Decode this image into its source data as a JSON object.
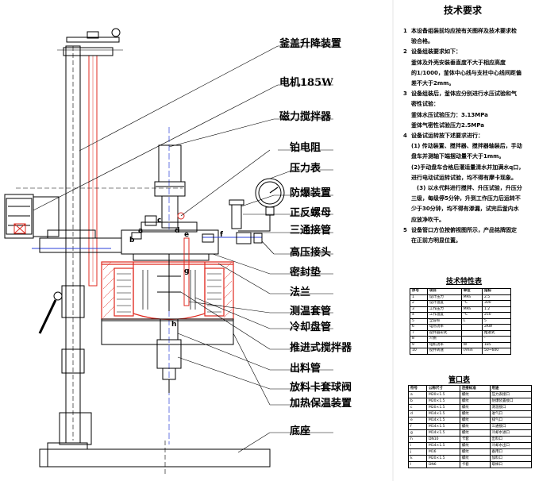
{
  "labels": [
    {
      "id": "lid-lift",
      "text": "釜盖升降装置"
    },
    {
      "id": "motor",
      "text": "电机185W"
    },
    {
      "id": "magnetic-stirrer",
      "text": "磁力搅拌器"
    },
    {
      "id": "pt-resistor",
      "text": "铂电阻"
    },
    {
      "id": "pressure-gauge",
      "text": "压力表"
    },
    {
      "id": "burst-device",
      "text": "防爆装置"
    },
    {
      "id": "reverse-nut",
      "text": "正反螺母"
    },
    {
      "id": "tee-joint",
      "text": "三通接管"
    },
    {
      "id": "hp-connector",
      "text": "高压接头"
    },
    {
      "id": "gasket",
      "text": "密封垫"
    },
    {
      "id": "flange",
      "text": "法兰"
    },
    {
      "id": "thermo-sleeve",
      "text": "测温套管"
    },
    {
      "id": "cooling-coil",
      "text": "冷却盘管"
    },
    {
      "id": "propeller",
      "text": "推进式搅拌器"
    },
    {
      "id": "outlet-pipe",
      "text": "出料管"
    },
    {
      "id": "ball-valve",
      "text": "放料卡套球阀"
    },
    {
      "id": "heating",
      "text": "加热保温装置"
    },
    {
      "id": "base",
      "text": "底座"
    }
  ],
  "point_labels": [
    "a",
    "b",
    "c",
    "d",
    "e",
    "f",
    "g",
    "h"
  ],
  "requirements": {
    "title": "技术要求",
    "items": [
      {
        "num": "1",
        "lines": [
          "本设备组装前均应按有关图样及技术要求检",
          "验合格。"
        ]
      },
      {
        "num": "2",
        "lines": [
          "设备组装要求如下：",
          "釜体及外壳安装垂直度不大于相应高度",
          "的1/1000，釜体中心线与支柱中心线间距偏",
          "差不大于2mm。"
        ]
      },
      {
        "num": "3",
        "lines": [
          "设备组装后，釜体应分别进行水压试验和气",
          "密性试验：",
          "釜体水压试验压力：3.13MPa",
          "釜体气密性试验压力2.5MPa"
        ]
      },
      {
        "num": "4",
        "lines": [
          "设备试运转按下述要求进行：",
          "(1) 传动装置、搅拌器、搅拌器轴装后，手动",
          "盘车并测轴下端摆动量不大于1mm。",
          "(2)手动盘车合格后灌适量清水并加满水q口，",
          "进行电动试运转试验，均不得有摩卡现象。",
          "　(3) 以水代料进行搅拌、升压试验，升压分",
          "三级，每级停5分钟，升到工作压力后运转不",
          "少于30分钟，均不得有渗漏，试完后釜内水",
          "应放净吹干。"
        ]
      },
      {
        "num": "5",
        "lines": [
          "设备管口方位按俯视图所示，产品铭牌固定",
          "在正前方明显位置。"
        ]
      }
    ]
  },
  "spec_table": {
    "title": "技术特性表",
    "header": [
      "序号",
      "项目",
      "单位",
      "指标"
    ],
    "rows": [
      [
        "1",
        "设计压力",
        "MPa",
        "2.5"
      ],
      [
        "2",
        "设计温度",
        "°C",
        "300"
      ],
      [
        "3",
        "工作压力",
        "MPa",
        "1.2"
      ],
      [
        "4",
        "工作温度",
        "°C",
        "250"
      ],
      [
        "5",
        "全容积",
        "L",
        "5"
      ],
      [
        "6",
        "电热功率",
        "",
        "2KW"
      ],
      [
        "7",
        "搅拌器形式",
        "",
        "推进式"
      ],
      [
        "8",
        "介质",
        "",
        "-"
      ],
      [
        "9",
        "电机功率",
        "W",
        "185"
      ],
      [
        "10",
        "搅拌转速",
        "r/min",
        "50~600"
      ]
    ]
  },
  "pipe_table": {
    "title": "管口表",
    "header": [
      "符号",
      "公称尺寸",
      "连接标准",
      "用途"
    ],
    "rows": [
      [
        "a",
        "M20×1.5",
        "螺纹",
        "压力表接口"
      ],
      [
        "b",
        "M20×1.5",
        "螺纹",
        "防爆装置接口"
      ],
      [
        "c",
        "M20×1.5",
        "螺纹",
        "测温接口"
      ],
      [
        "d",
        "M14×1.5",
        "螺纹",
        "进气口"
      ],
      [
        "e",
        "M14×1.5",
        "螺纹",
        "排气口"
      ],
      [
        "f",
        "M14×1.5",
        "螺纹",
        "三通接口"
      ],
      [
        "g",
        "M14×1.5",
        "螺纹",
        "冷却水进口"
      ],
      [
        "h",
        "DN10",
        "卡套",
        "出料口"
      ],
      [
        "i",
        "M14×1.5",
        "螺纹",
        "冷却水出口"
      ],
      [
        "j",
        "M16",
        "螺纹",
        "备用口"
      ],
      [
        "k",
        "M20×1.5",
        "螺纹",
        "加料口"
      ],
      [
        "l",
        "DN6",
        "卡套",
        "取样口"
      ]
    ]
  },
  "colors": {
    "red": "#e0291f",
    "steel": "#000000",
    "blue": "#2a3fd8"
  }
}
